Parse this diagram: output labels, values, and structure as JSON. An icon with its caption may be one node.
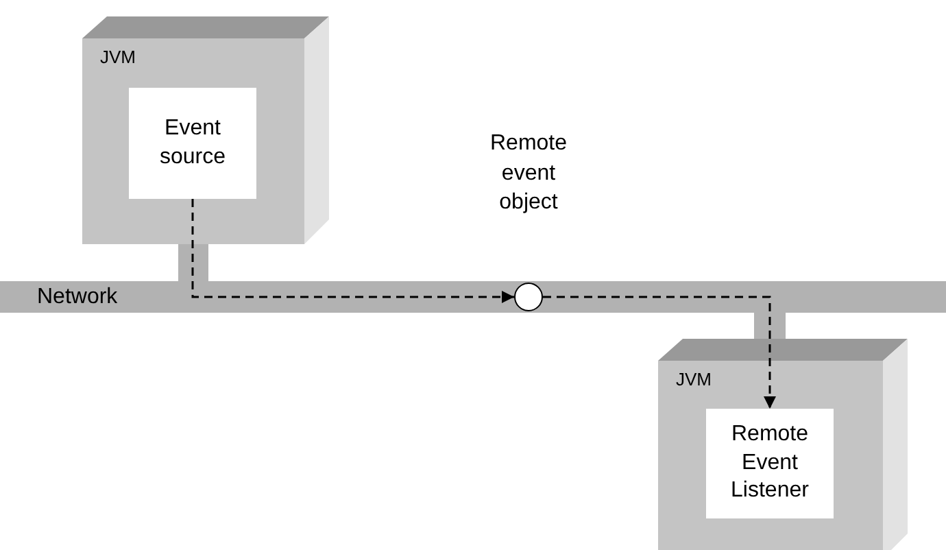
{
  "diagram": {
    "nodes": [
      {
        "text": [
          "JVM"
        ]
      },
      {
        "text": [
          "Event source"
        ],
        "in": 0
      },
      {
        "text": [
          "Network"
        ]
      },
      {
        "text": [],
        "shape": "circle",
        "in": 2,
        "beside": [
          "Remote event object"
        ]
      },
      {
        "text": [
          "JVM"
        ]
      },
      {
        "text": [
          "Remote Event Listener"
        ],
        "in": 4
      }
    ],
    "edges": [
      {
        "from": 1,
        "to": 3,
        "arrow": "to",
        "style": "dashed"
      },
      {
        "from": 3,
        "to": 5,
        "arrow": "to",
        "style": "dashed"
      }
    ]
  }
}
